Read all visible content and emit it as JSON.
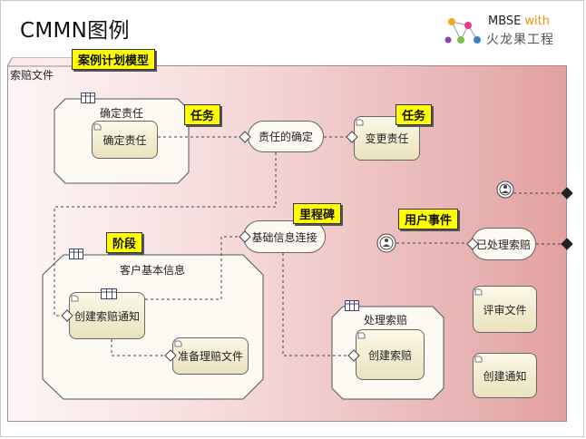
{
  "header": {
    "title": "CMMN图例",
    "brand_mbse": "MBSE",
    "brand_with": "with",
    "brand_cn": "火龙果工程"
  },
  "case_plan": {
    "name": "索赔文件"
  },
  "callouts": {
    "case_plan_model": "案例计划模型",
    "task_1": "任务",
    "task_2": "任务",
    "stage": "阶段",
    "milestone": "里程碑",
    "user_event": "用户事件"
  },
  "stages": {
    "determine": {
      "label": "确定责任"
    },
    "customer_info": {
      "label": "客户基本信息"
    },
    "handle_claim": {
      "label": "处理索赔"
    }
  },
  "tasks": {
    "determine": "确定责任",
    "change": "变更责任",
    "create_notice": "创建索赔通知",
    "prepare_docs": "准备理赔文件",
    "create_claim": "创建索赔",
    "review_docs": "评审文件",
    "create_notify": "创建通知"
  },
  "milestones": {
    "responsibility": "责任的确定",
    "basic_info": "基础信息连接",
    "claim_processed": "已处理索赔"
  },
  "colors": {
    "callout": "#ffff00",
    "plan_start": "#fdf6f6",
    "plan_end": "#e3a1a1",
    "task_fill": "#eae2bd"
  }
}
